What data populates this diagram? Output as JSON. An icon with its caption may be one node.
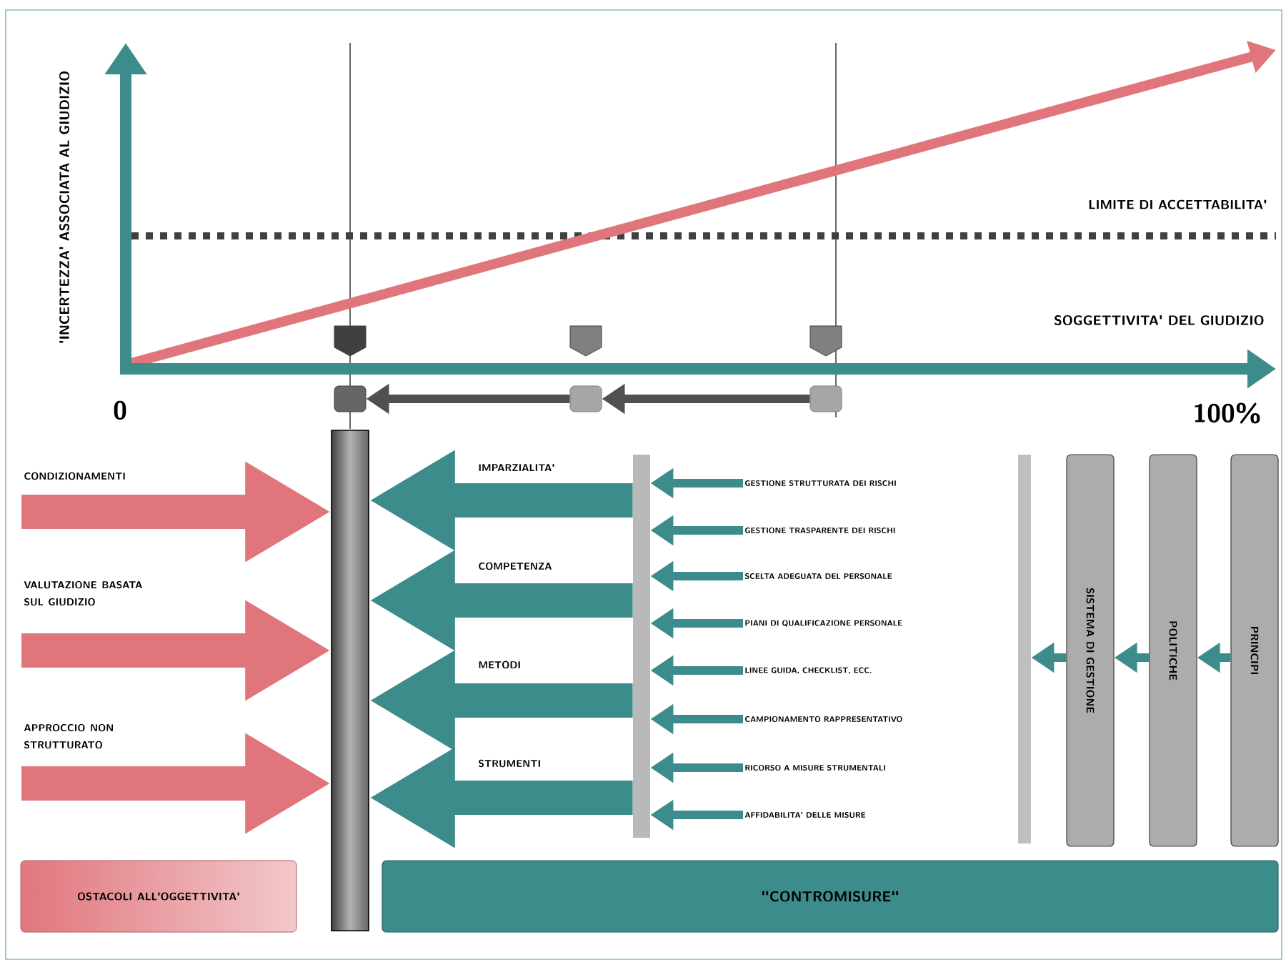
{
  "diagram": {
    "nodes": [
      {
        "text": [],
        "shape": "bar"
      },
      {
        "text": [],
        "shape": "box"
      },
      {
        "text": [],
        "shape": "box"
      },
      {
        "text": [],
        "shape": "box"
      },
      {
        "text": [
          "OSTACOLI ALL'OGGETTIVITA'"
        ]
      },
      {
        "text": [],
        "shape": "bar"
      },
      {
        "text": [
          "GESTIONE STRUTTURATA DEI RISCHI"
        ]
      },
      {
        "text": [
          "GESTIONE TRASPARENTE DEI RISCHI"
        ]
      },
      {
        "text": [
          "SCELTA ADEGUATA DEL PERSONALE"
        ]
      },
      {
        "text": [
          "PIANI DI QUALIFICAZIONE PERSONALE"
        ]
      },
      {
        "text": [
          "LINEE GUIDA, CHECKLIST, ECC."
        ]
      },
      {
        "text": [
          "CAMPIONAMENTO RAPPRESENTATIVO"
        ]
      },
      {
        "text": [
          "RICORSO A MISURE STRUMENTALI"
        ]
      },
      {
        "text": [
          "AFFIDABILITA' DELLE MISURE"
        ]
      },
      {
        "text": [],
        "shape": "bar"
      },
      {
        "text": [
          "SISTEMA DI GESTIONE"
        ]
      },
      {
        "text": [
          "POLITICHE"
        ]
      },
      {
        "text": [
          "PRINCIPI"
        ]
      },
      {
        "text": [
          "\"CONTROMISURE\""
        ]
      }
    ],
    "edges": [
      {
        "from": null,
        "to": 0,
        "arrow": "to",
        "label": "CONDIZIONAMENTI",
        "style": "thick",
        "color": "#e0767c"
      },
      {
        "from": null,
        "to": 0,
        "arrow": "to",
        "label": "VALUTAZIONE BASATA SUL GIUDIZIO",
        "style": "thick",
        "color": "#e0767c"
      },
      {
        "from": null,
        "to": 0,
        "arrow": "to",
        "label": "APPROCCIO NON STRUTTURATO",
        "style": "thick",
        "color": "#e0767c"
      },
      {
        "from": 5,
        "to": 0,
        "arrow": "to",
        "label": "IMPARZIALITA'",
        "style": "thick"
      },
      {
        "from": 5,
        "to": 0,
        "arrow": "to",
        "label": "COMPETENZA",
        "style": "thick"
      },
      {
        "from": 5,
        "to": 0,
        "arrow": "to",
        "label": "METODI",
        "style": "thick"
      },
      {
        "from": 5,
        "to": 0,
        "arrow": "to",
        "label": "STRUMENTI",
        "style": "thick"
      },
      {
        "from": 6,
        "to": 5,
        "arrow": "to"
      },
      {
        "from": 7,
        "to": 5,
        "arrow": "to"
      },
      {
        "from": 8,
        "to": 5,
        "arrow": "to"
      },
      {
        "from": 9,
        "to": 5,
        "arrow": "to"
      },
      {
        "from": 10,
        "to": 5,
        "arrow": "to"
      },
      {
        "from": 11,
        "to": 5,
        "arrow": "to"
      },
      {
        "from": 12,
        "to": 5,
        "arrow": "to"
      },
      {
        "from": 13,
        "to": 5,
        "arrow": "to"
      },
      {
        "from": 3,
        "to": 2,
        "arrow": "to",
        "color": "#505050"
      },
      {
        "from": 2,
        "to": 1,
        "arrow": "to",
        "color": "#505050"
      },
      {
        "from": 17,
        "to": 16,
        "arrow": "to"
      },
      {
        "from": 16,
        "to": 15,
        "arrow": "to"
      },
      {
        "from": 15,
        "to": 14,
        "arrow": "to"
      }
    ],
    "labels": [
      "'INCERTEZZA' ASSOCIATA AL GIUDIZIO",
      "LIMITE DI ACCETTABILITA'",
      "SOGGETTIVITA' DEL GIUDIZIO",
      "0",
      "100%"
    ]
  }
}
